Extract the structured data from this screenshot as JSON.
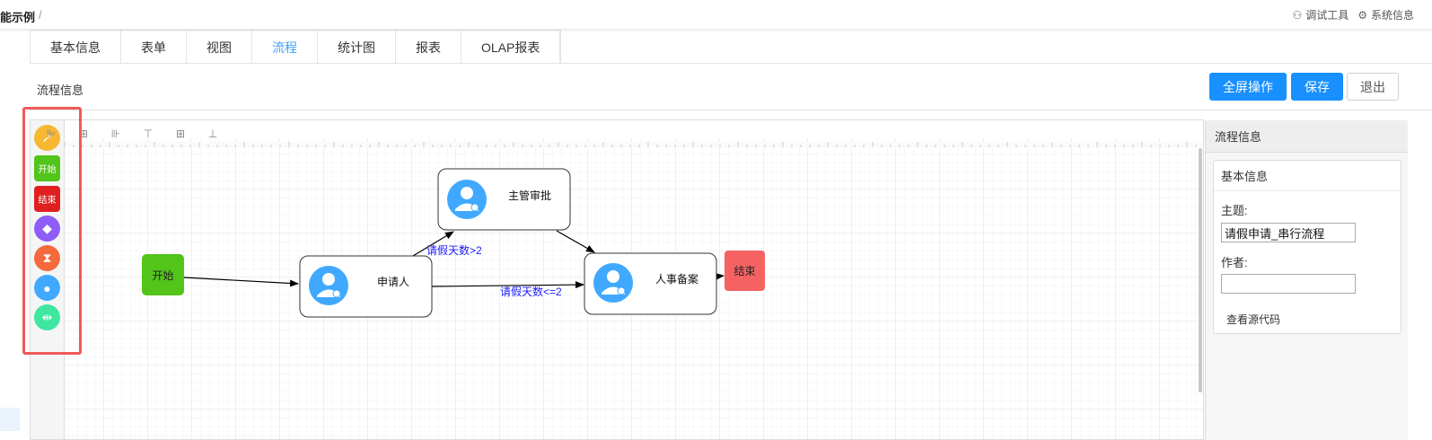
{
  "header": {
    "breadcrumb": "能示例",
    "breadcrumb_sep": "/",
    "debug_tool": "调试工具",
    "system_info": "系统信息"
  },
  "tabs": [
    {
      "label": "基本信息",
      "active": false
    },
    {
      "label": "表单",
      "active": false
    },
    {
      "label": "视图",
      "active": false
    },
    {
      "label": "流程",
      "active": true
    },
    {
      "label": "统计图",
      "active": false
    },
    {
      "label": "报表",
      "active": false
    },
    {
      "label": "OLAP报表",
      "active": false
    }
  ],
  "section_title": "流程信息",
  "actions": {
    "fullscreen": "全屏操作",
    "save": "保存",
    "exit": "退出"
  },
  "palette": [
    {
      "name": "transition-arrow-icon",
      "label": "",
      "color": "#f7b731",
      "shape": "circle"
    },
    {
      "name": "start-node-tool",
      "label": "开始",
      "color": "#52c41a",
      "shape": "rect"
    },
    {
      "name": "end-node-tool",
      "label": "结束",
      "color": "#e02020",
      "shape": "rect"
    },
    {
      "name": "decision-diamond-icon",
      "label": "",
      "color": "#8e5cf7",
      "shape": "circle"
    },
    {
      "name": "timer-node-icon",
      "label": "",
      "color": "#f56a3c",
      "shape": "circle"
    },
    {
      "name": "user-task-icon",
      "label": "",
      "color": "#40a9ff",
      "shape": "circle"
    },
    {
      "name": "parallel-node-icon",
      "label": "",
      "color": "#3ee6a0",
      "shape": "circle"
    }
  ],
  "flow": {
    "start_label": "开始",
    "end_label": "结束",
    "applicant": "申请人",
    "manager": "主管审批",
    "hr": "人事备案",
    "cond_gt": "请假天数>2",
    "cond_le": "请假天数<=2",
    "colors": {
      "start": "#52c41a",
      "end": "#f56262",
      "user": "#40a9ff",
      "cond": "#1a1aff"
    }
  },
  "right_panel": {
    "title": "流程信息",
    "box_title": "基本信息",
    "subject_label": "主题:",
    "subject_value": "请假申请_串行流程",
    "author_label": "作者:",
    "author_value": "",
    "source_link": "查看源代码"
  }
}
